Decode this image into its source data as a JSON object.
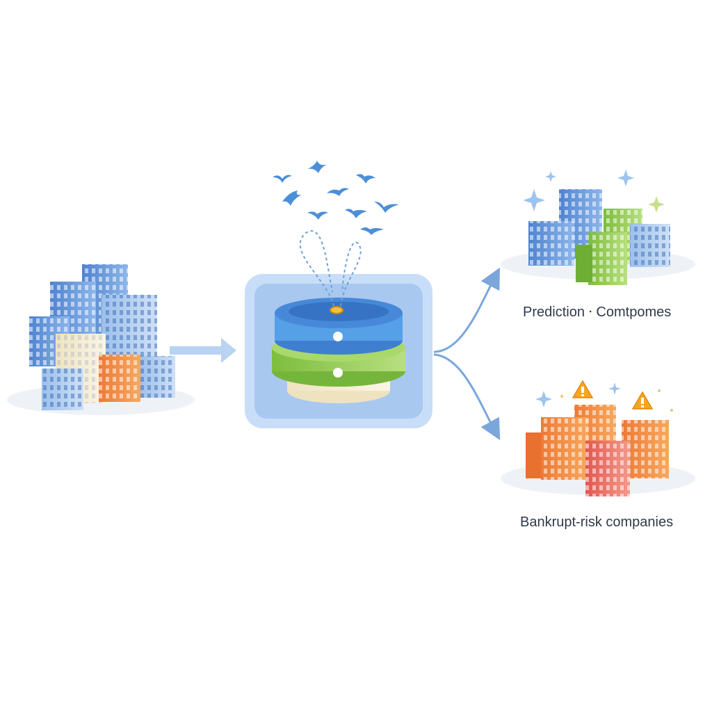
{
  "outputs": {
    "prediction_label": "Prediction ⸱ Comtpomes",
    "bankrupt_label": "Bankrupt-risk companies"
  },
  "icons": {
    "input": "company-buildings-cluster",
    "model": "layered-database-model",
    "healthy": "healthy-company-buildings",
    "risk": "bankrupt-risk-buildings",
    "warning": "warning-triangle-icon",
    "sparkle": "sparkle-icon",
    "birds": "flying-birds-icon"
  },
  "colors": {
    "blue": "#5b8fd6",
    "light_blue": "#a9c9f0",
    "green": "#8cc84b",
    "orange": "#f08a3c",
    "red": "#e55b4d",
    "cream": "#f3ead0",
    "arrow": "#7aa6dc",
    "warning": "#f5a623"
  }
}
